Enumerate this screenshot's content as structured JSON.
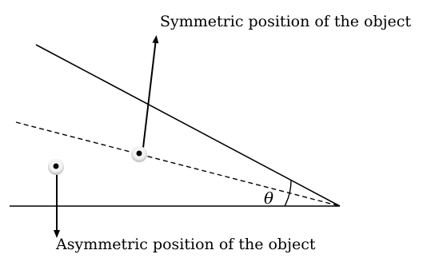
{
  "labels": {
    "symmetric": "Symmetric position of the object",
    "asymmetric": "Asymmetric position of the object",
    "angle": "θ"
  },
  "colors": {
    "line": "#000000",
    "background": "#ffffff"
  }
}
